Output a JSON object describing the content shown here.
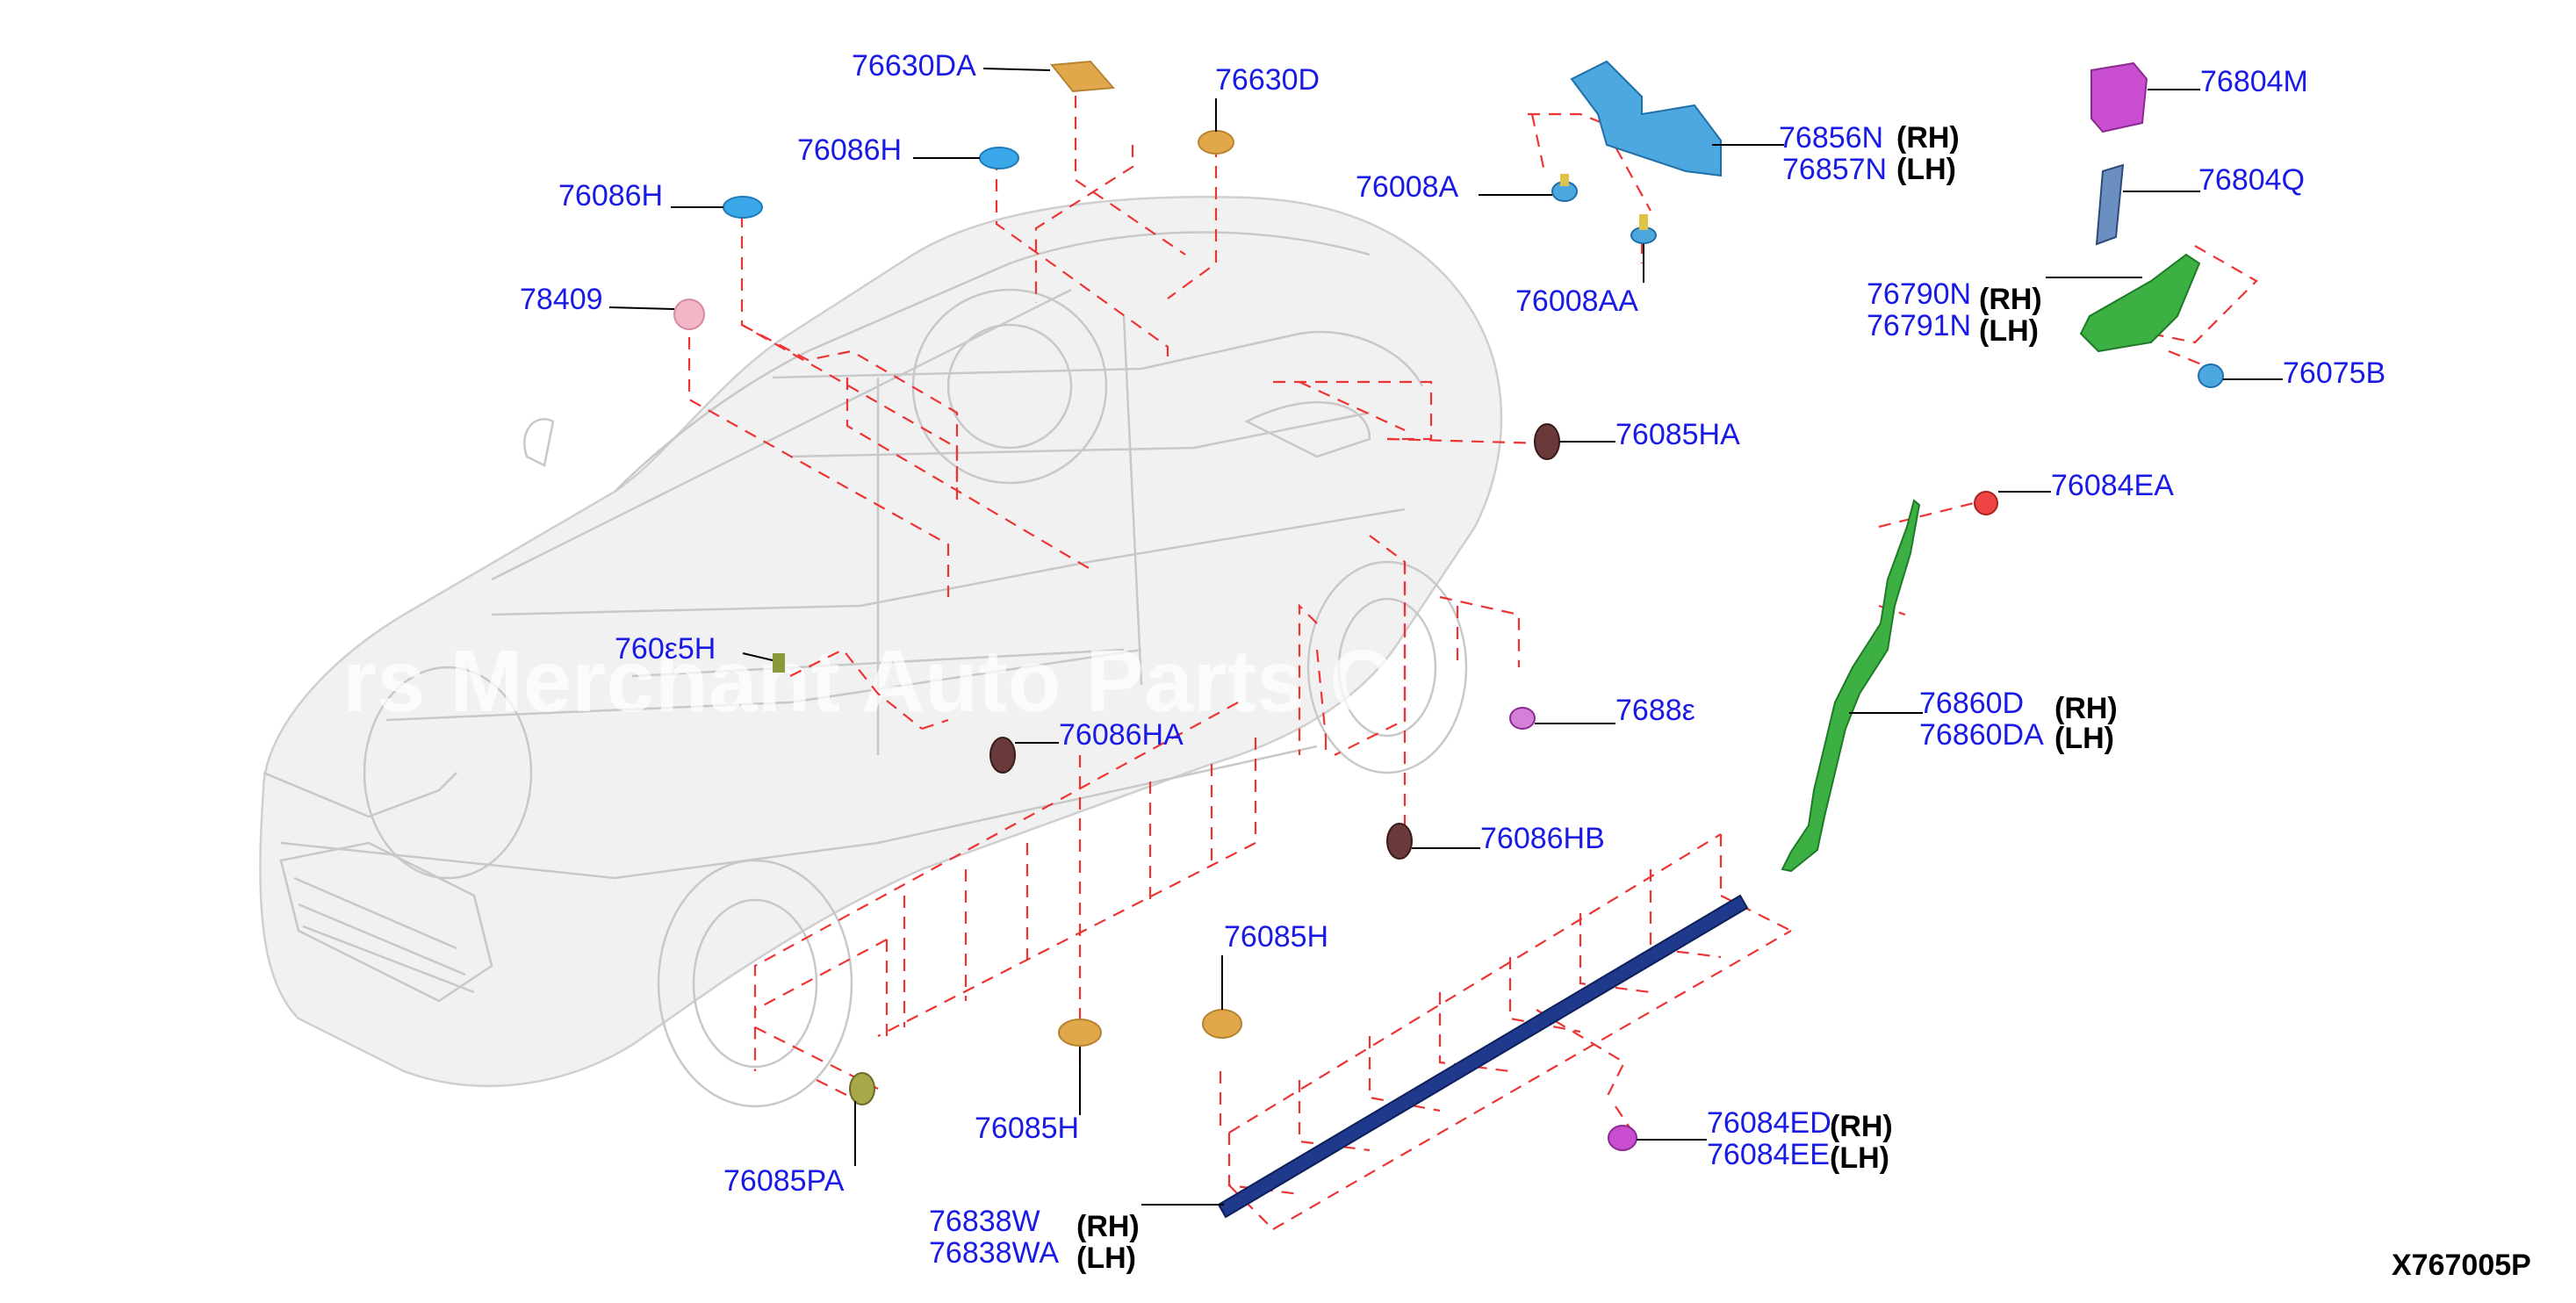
{
  "diagram_id": "X767005P",
  "watermark": "rs Merchant Auto Parts C",
  "side_labels": {
    "rh": "(RH)",
    "lh": "(LH)"
  },
  "parts": {
    "p76630DA": "76630DA",
    "p76630D": "76630D",
    "p76086H_a": "76086H",
    "p76086H_b": "76086H",
    "p78409": "78409",
    "p76856N": "76856N",
    "p76857N": "76857N",
    "p76008A": "76008A",
    "p76008AA": "76008AA",
    "p76804M": "76804M",
    "p76804Q": "76804Q",
    "p76790N": "76790N",
    "p76791N": "76791N",
    "p76075B": "76075B",
    "p76085HA": "76085HA",
    "p76084EA": "76084EA",
    "p76085H_a": "760ε5H",
    "p76086HA": "76086HA",
    "p7688": "7688ε",
    "p76860D": "76860D",
    "p76860DA": "76860DA",
    "p76086HB": "76086HB",
    "p76085H_b": "76085H",
    "p76085H_c": "76085H",
    "p76085PA": "76085PA",
    "p76084ED": "76084ED",
    "p76084EE": "76084EE",
    "p76838W": "76838W",
    "p76838WA": "76838WA"
  },
  "colors": {
    "label_blue": "#1a1ae6",
    "dash_red": "#ee3333",
    "clip_blue": "#3aa8e8",
    "clip_tan": "#e0a84a",
    "clip_brown": "#6a3a3a",
    "pink": "#f2b6c6",
    "magenta": "#c94fd0",
    "green": "#3cb043",
    "navy": "#1f3a8c",
    "red_clip": "#ee4444"
  }
}
